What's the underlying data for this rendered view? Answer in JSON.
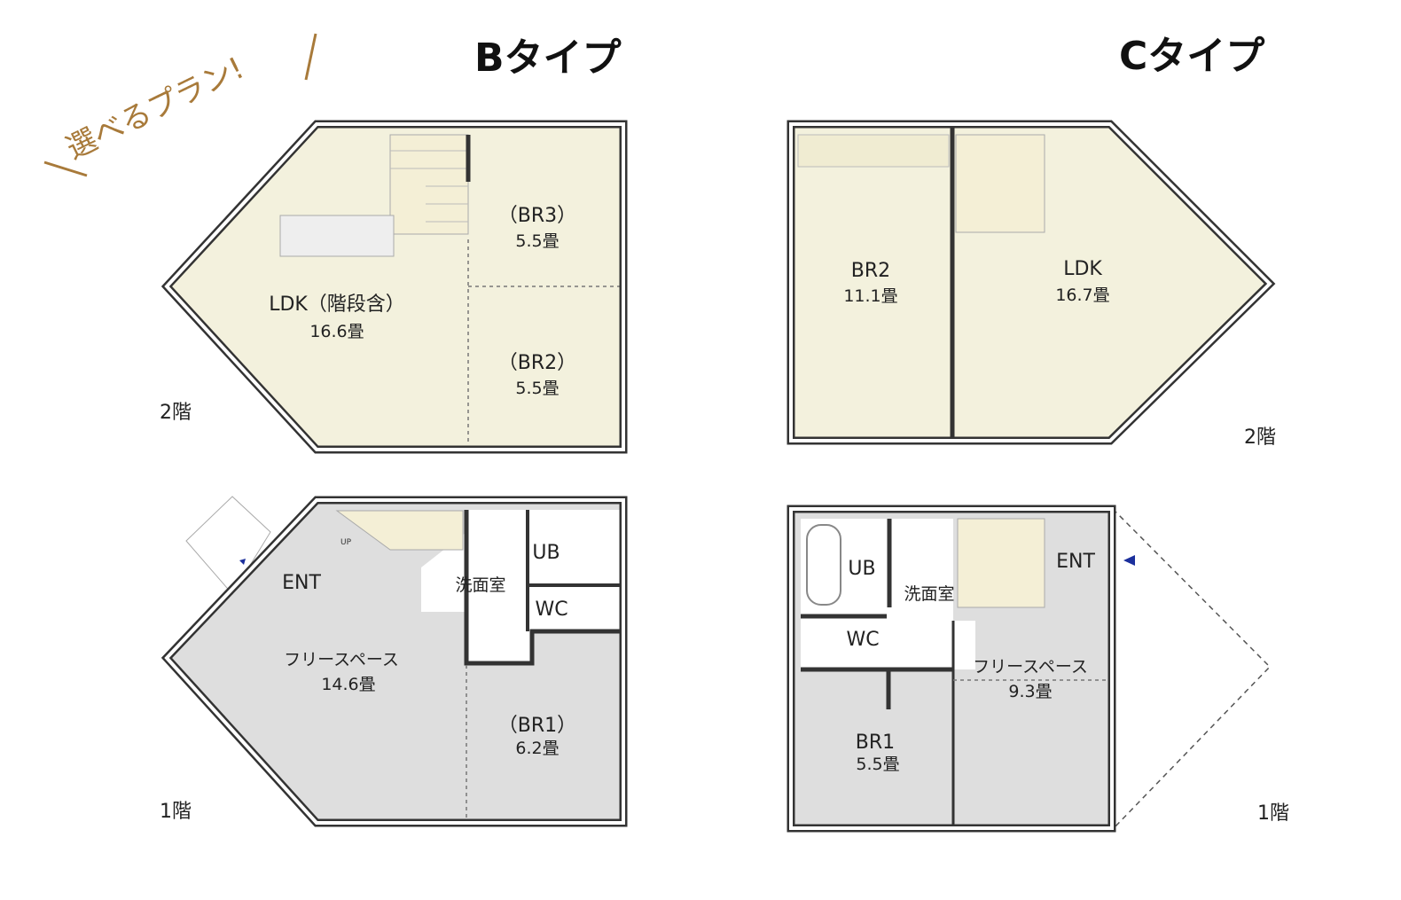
{
  "catchphrase": "選べるプラン!",
  "plans": [
    {
      "title": "Bタイプ",
      "floors": [
        {
          "label": "2階",
          "rooms": [
            {
              "name": "LDK（階段含）",
              "area": "16.6畳"
            },
            {
              "name": "（BR3）",
              "area": "5.5畳"
            },
            {
              "name": "（BR2）",
              "area": "5.5畳"
            }
          ]
        },
        {
          "label": "1階",
          "rooms": [
            {
              "name": "ENT"
            },
            {
              "name": "UB"
            },
            {
              "name": "洗面室"
            },
            {
              "name": "WC"
            },
            {
              "name": "フリースペース",
              "area": "14.6畳"
            },
            {
              "name": "（BR1）",
              "area": "6.2畳"
            }
          ],
          "stair_label": "UP"
        }
      ]
    },
    {
      "title": "Cタイプ",
      "floors": [
        {
          "label": "2階",
          "rooms": [
            {
              "name": "BR2",
              "area": "11.1畳"
            },
            {
              "name": "LDK",
              "area": "16.7畳"
            }
          ]
        },
        {
          "label": "1階",
          "rooms": [
            {
              "name": "UB"
            },
            {
              "name": "洗面室"
            },
            {
              "name": "ENT"
            },
            {
              "name": "WC"
            },
            {
              "name": "フリースペース",
              "area": "9.3畳"
            },
            {
              "name": "BR1",
              "area": "5.5畳"
            }
          ]
        }
      ]
    }
  ],
  "colors": {
    "upper_floor_fill": "#f3f1dd",
    "lower_floor_fill": "#dedede",
    "stair_fill": "#f4efd6",
    "catchphrase": "#a87a3a",
    "entrance_marker": "#1b2f9c"
  }
}
